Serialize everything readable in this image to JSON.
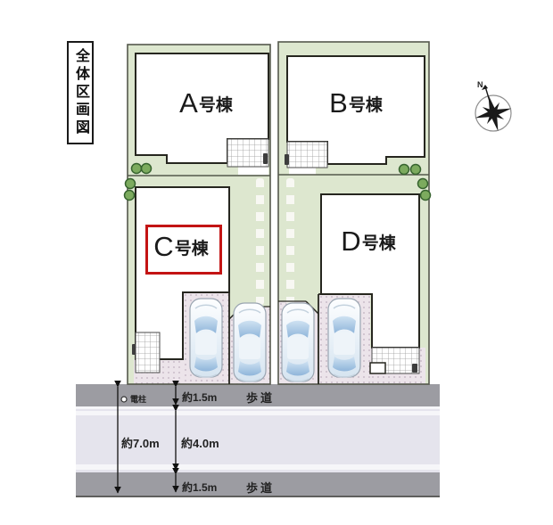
{
  "title_box": {
    "text": "全体区画図"
  },
  "compass": {
    "north_label": "N"
  },
  "plots": {
    "a": {
      "letter": "A",
      "suffix": "号棟"
    },
    "b": {
      "letter": "B",
      "suffix": "号棟"
    },
    "c": {
      "letter": "C",
      "suffix": "号棟"
    },
    "d": {
      "letter": "D",
      "suffix": "号棟"
    }
  },
  "parking": {
    "spaces": 4
  },
  "road": {
    "utility_pole_label": "電柱",
    "sidewalk_top": {
      "width": "約1.5m",
      "label": "歩道"
    },
    "roadway": {
      "width": "約4.0m"
    },
    "total_width": "約7.0m",
    "sidewalk_bottom": {
      "width": "約1.5m",
      "label": "歩道"
    }
  },
  "colors": {
    "plot_green": "#dde7cf",
    "parking_pink": "#ece4ea",
    "highlight_red": "#c31414",
    "sidewalk_gray": "#9c9ca2",
    "roadway_gray": "#e5e4ed",
    "tree_green": "#7cab5e",
    "line_dark": "#22221f"
  }
}
